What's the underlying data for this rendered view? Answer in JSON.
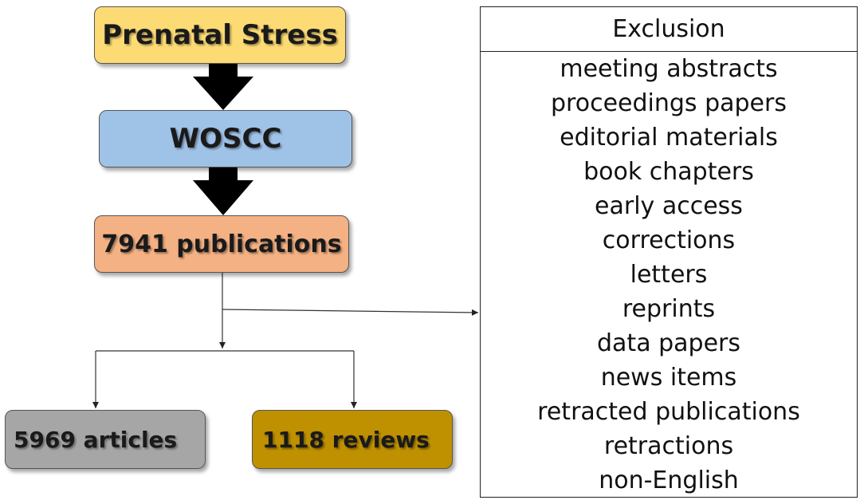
{
  "flow": {
    "prenatal_stress": {
      "label": "Prenatal Stress",
      "color": "#fddb74"
    },
    "woscc": {
      "label": "WOSCC",
      "color": "#9fc2e7"
    },
    "publications": {
      "label": "7941 publications",
      "color": "#f4b183"
    },
    "articles": {
      "label": "5969 articles",
      "color": "#a6a6a6"
    },
    "reviews": {
      "label": "1118 reviews",
      "color": "#bf9000"
    }
  },
  "exclusion": {
    "title": "Exclusion",
    "items": [
      "meeting abstracts",
      "proceedings papers",
      "editorial materials",
      "book chapters",
      "early access",
      "corrections",
      "letters",
      "reprints",
      "data papers",
      "news items",
      "retracted publications",
      "retractions",
      "non-English"
    ]
  }
}
